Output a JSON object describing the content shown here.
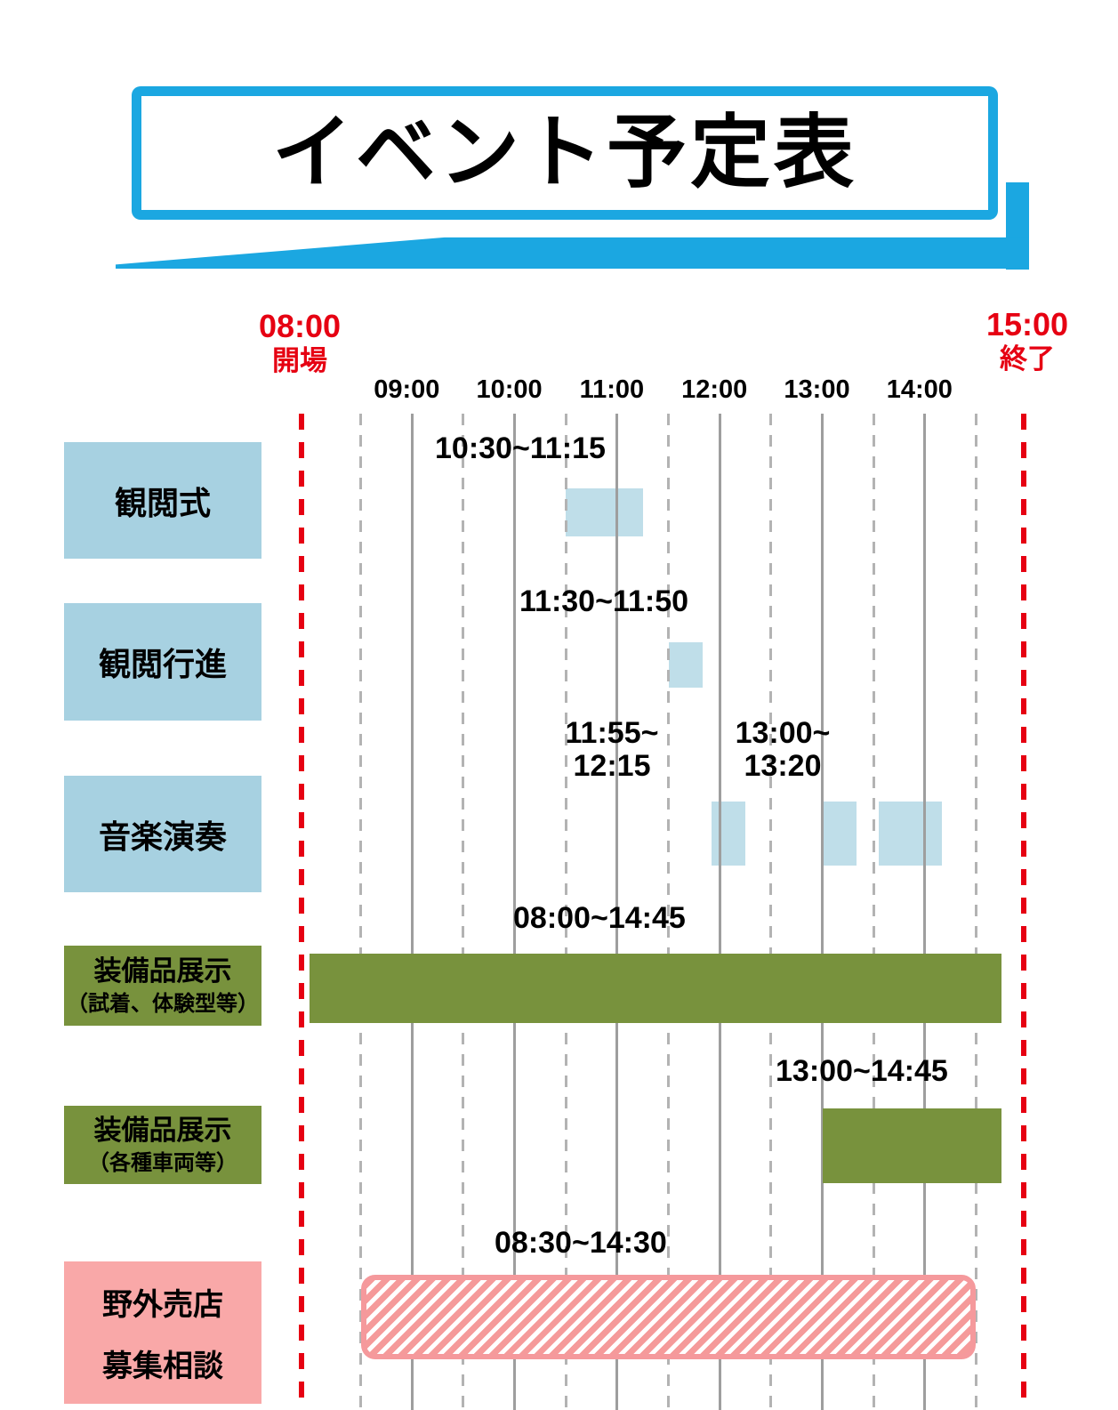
{
  "title": "イベント予定表",
  "schedule": {
    "open_time": "08:00",
    "open_label": "開場",
    "close_time": "15:00",
    "close_label": "終了",
    "hour_ticks": [
      "09:00",
      "10:00",
      "11:00",
      "12:00",
      "13:00",
      "14:00"
    ]
  },
  "colors": {
    "accent_blue": "#1BA7E1",
    "row_label_blue": "#A7D1E1",
    "bar_blue": "#BFDEE9",
    "green": "#78923D",
    "pink_label": "#F9A8A8",
    "pink_border": "#F5999C",
    "pink_stripe": "#F59A9A",
    "red": "#E60012",
    "grid_solid": "#9E9E9E",
    "grid_dashed": "#B3B3B3"
  },
  "chart_data": {
    "type": "gantt",
    "title": "イベント予定表",
    "x_axis": {
      "start": "08:00",
      "end": "15:00",
      "start_label": "08:00 開場",
      "end_label": "15:00 終了",
      "major_ticks": [
        "09:00",
        "10:00",
        "11:00",
        "12:00",
        "13:00",
        "14:00"
      ],
      "minor_tick_interval_minutes": 30,
      "grid": true
    },
    "rows": [
      {
        "label_lines": [
          "観閲式"
        ],
        "variant": "blue",
        "bars": [
          {
            "start": "10:30",
            "end": "11:15",
            "caption_lines": [
              "10:30~11:15"
            ]
          }
        ]
      },
      {
        "label_lines": [
          "観閲行進"
        ],
        "variant": "blue",
        "bars": [
          {
            "start": "11:30",
            "end": "11:50",
            "caption_lines": [
              "11:30~11:50"
            ]
          }
        ]
      },
      {
        "label_lines": [
          "音楽演奏"
        ],
        "variant": "blue",
        "bars": [
          {
            "start": "11:55",
            "end": "12:15",
            "caption_lines": [
              "11:55~",
              "12:15"
            ]
          },
          {
            "start": "13:00",
            "end": "13:20",
            "caption_lines": [
              "13:00~",
              "13:20"
            ]
          },
          {
            "start": "13:33",
            "end": "14:10",
            "caption_lines": []
          }
        ]
      },
      {
        "label_lines": [
          "装備品展示",
          "（試着、体験型等）"
        ],
        "variant": "green",
        "bars": [
          {
            "start": "08:00",
            "end": "14:45",
            "caption_lines": [
              "08:00~14:45"
            ]
          }
        ]
      },
      {
        "label_lines": [
          "装備品展示",
          "（各種車両等）"
        ],
        "variant": "green",
        "bars": [
          {
            "start": "13:00",
            "end": "14:45",
            "caption_lines": [
              "13:00~14:45"
            ]
          }
        ]
      },
      {
        "label_lines": [
          "野外売店",
          "募集相談"
        ],
        "variant": "pink-hatched",
        "bars": [
          {
            "start": "08:30",
            "end": "14:30",
            "caption_lines": [
              "08:30~14:30"
            ]
          }
        ]
      }
    ]
  }
}
